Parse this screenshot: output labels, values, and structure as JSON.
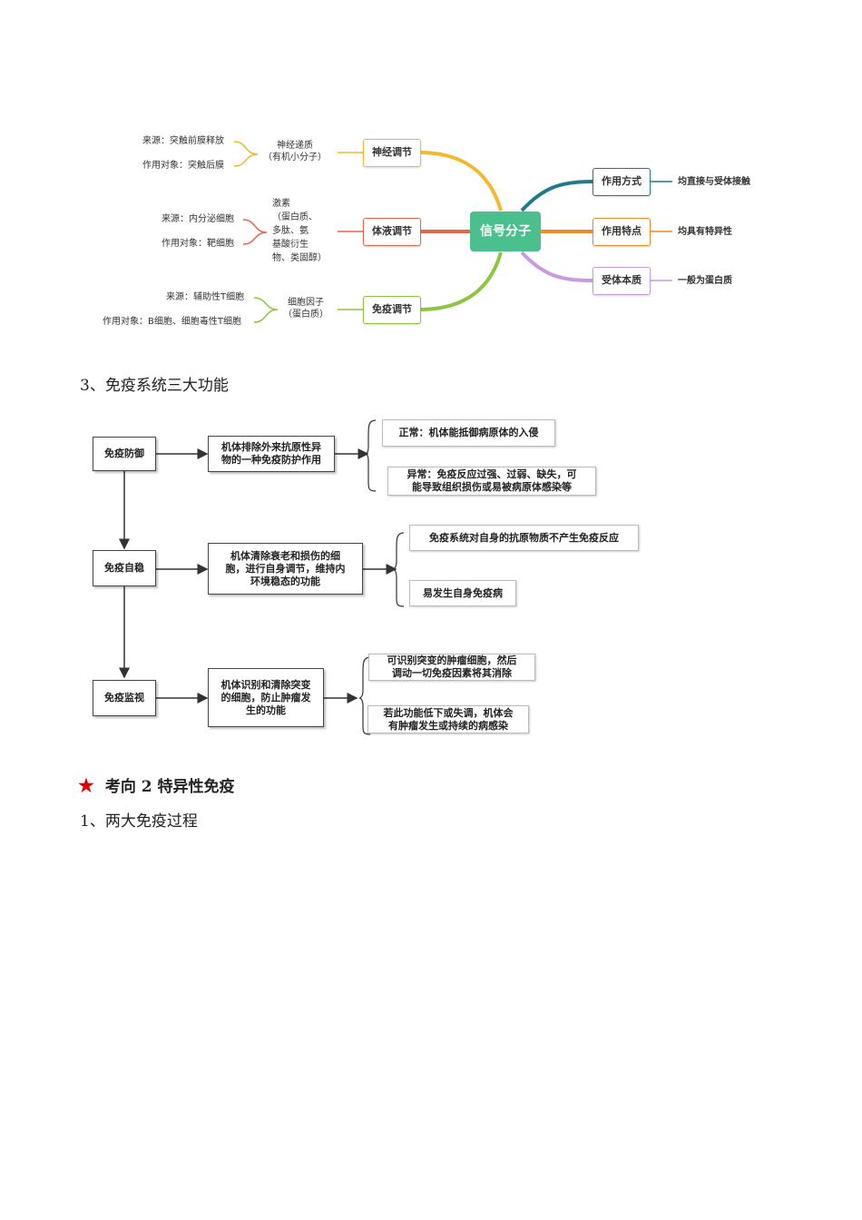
{
  "mindmap": {
    "center": "信号分子",
    "left_branches": [
      {
        "label": "神经调节",
        "substance": [
          "神经递质",
          "（有机小分子）"
        ],
        "details": [
          "来源：突触前膜释放",
          "作用对象：突触后膜"
        ],
        "color": "#f5b72c"
      },
      {
        "label": "体液调节",
        "substance": [
          "激素",
          "（蛋白质、",
          "多肽、氨",
          "基酸衍生",
          "物、类固醇）"
        ],
        "details": [
          "来源：内分泌细胞",
          "作用对象：靶细胞"
        ],
        "color": "#e8634d"
      },
      {
        "label": "免疫调节",
        "substance": [
          "细胞因子",
          "（蛋白质）"
        ],
        "details": [
          "来源：辅助性T细胞",
          "作用对象：B细胞、细胞毒性T细胞"
        ],
        "color": "#8cc63f"
      }
    ],
    "right_branches": [
      {
        "label": "作用方式",
        "value": "均直接与受体接触",
        "color": "#1f7a8c"
      },
      {
        "label": "作用特点",
        "value": "均具有特异性",
        "color": "#f08a24"
      },
      {
        "label": "受体本质",
        "value": "一般为蛋白质",
        "color": "#c99ae0"
      }
    ]
  },
  "section3": {
    "heading": "3、免疫系统三大功能"
  },
  "flowchart": {
    "rows": [
      {
        "name": "免疫防御",
        "desc": [
          "机体排除外来抗原性异",
          "物的一种免疫防护作用"
        ],
        "notes": [
          [
            "正常：机体能抵御病原体的入侵"
          ],
          [
            "异常：免疫反应过强、过弱、缺失，可",
            "能导致组织损伤或易被病原体感染等"
          ]
        ]
      },
      {
        "name": "免疫自稳",
        "desc": [
          "机体清除衰老和损伤的细",
          "胞，进行自身调节，维持内",
          "环境稳态的功能"
        ],
        "notes": [
          [
            "免疫系统对自身的抗原物质不产生免疫反应"
          ],
          [
            "易发生自身免疫病"
          ]
        ]
      },
      {
        "name": "免疫监视",
        "desc": [
          "机体识别和清除突变",
          "的细胞，防止肿瘤发",
          "生的功能"
        ],
        "notes": [
          [
            "可识别突变的肿瘤细胞，然后",
            "调动一切免疫因素将其消除"
          ],
          [
            "若此功能低下或失调，机体会",
            "有肿瘤发生或持续的病感染"
          ]
        ]
      }
    ]
  },
  "section_kx2": {
    "star": "★",
    "heading": "考向 2  特异性免疫"
  },
  "section1": {
    "heading": "1、两大免疫过程"
  }
}
